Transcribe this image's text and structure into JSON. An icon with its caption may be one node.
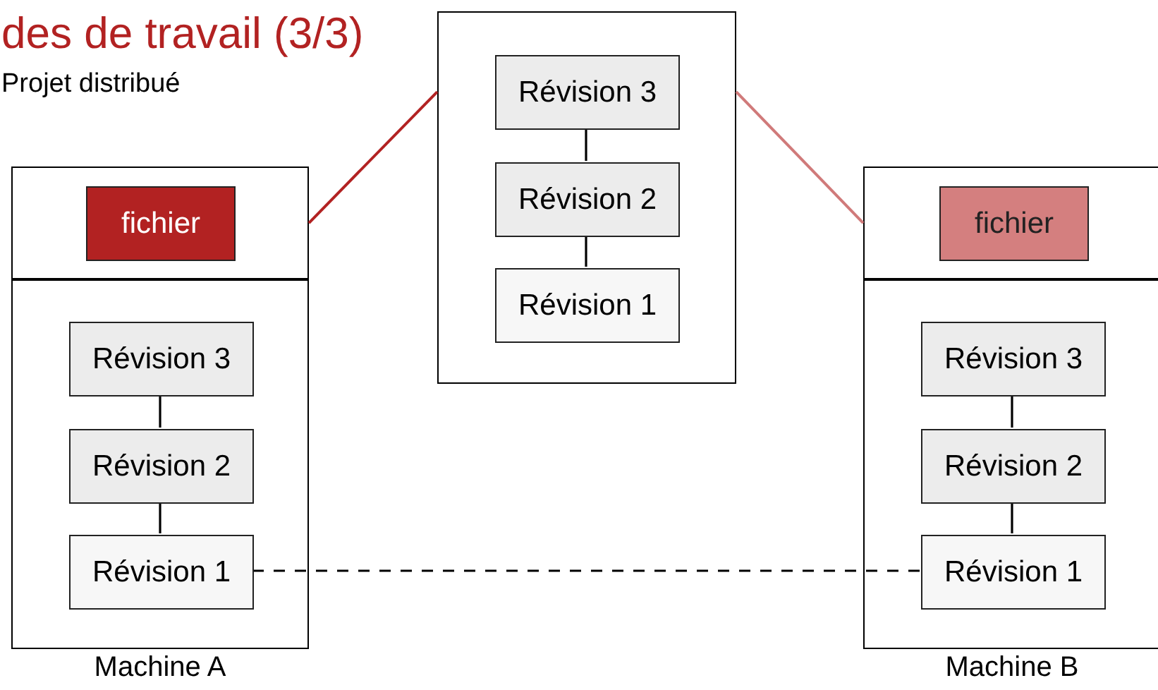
{
  "diagram": {
    "title": "des de travail (3/3)",
    "nodes": [
      {
        "text": [],
        "shape": "box"
      },
      {
        "text": [
          "Révision 3"
        ],
        "in": 0
      },
      {
        "text": [
          "Révision 2"
        ],
        "in": 0
      },
      {
        "text": [
          "Révision 1"
        ],
        "in": 0
      },
      {
        "text": [],
        "shape": "box",
        "beside": [
          "Machine A"
        ]
      },
      {
        "text": [
          "fichier"
        ],
        "in": 4
      },
      {
        "text": [
          "Révision 3"
        ],
        "in": 4
      },
      {
        "text": [
          "Révision 2"
        ],
        "in": 4
      },
      {
        "text": [
          "Révision 1"
        ],
        "in": 4
      },
      {
        "text": [],
        "shape": "box",
        "beside": [
          "Machine B"
        ]
      },
      {
        "text": [
          "fichier"
        ],
        "in": 9
      },
      {
        "text": [
          "Révision 3"
        ],
        "in": 9
      },
      {
        "text": [
          "Révision 2"
        ],
        "in": 9
      },
      {
        "text": [
          "Révision 1"
        ],
        "in": 9
      }
    ],
    "edges": [
      {
        "from": 0,
        "to": 4,
        "arrow": "none",
        "color": "#b22222"
      },
      {
        "from": 0,
        "to": 9,
        "arrow": "none",
        "color": "#d07a7a"
      },
      {
        "from": 1,
        "to": 2,
        "arrow": "none"
      },
      {
        "from": 2,
        "to": 3,
        "arrow": "none"
      },
      {
        "from": 6,
        "to": 7,
        "arrow": "none"
      },
      {
        "from": 7,
        "to": 8,
        "arrow": "none"
      },
      {
        "from": 11,
        "to": 12,
        "arrow": "none"
      },
      {
        "from": 12,
        "to": 13,
        "arrow": "none"
      },
      {
        "from": 8,
        "to": 13,
        "arrow": "none",
        "style": "dashed"
      }
    ],
    "labels": [
      "Projet distribué"
    ]
  }
}
